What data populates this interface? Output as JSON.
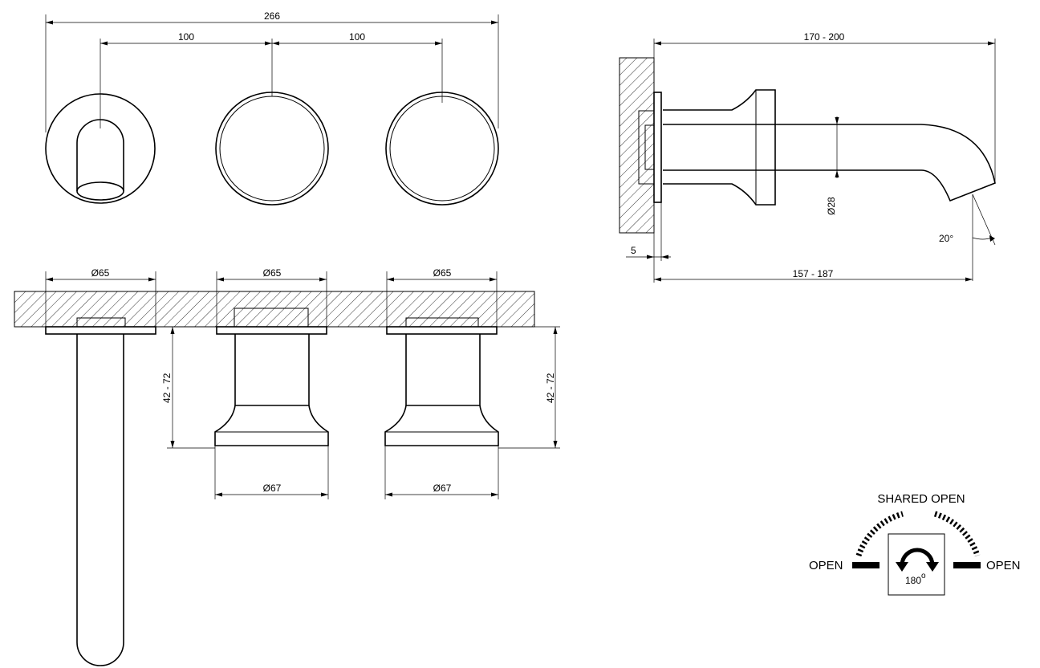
{
  "dimensions": {
    "overall_width": "266",
    "spacing_left": "100",
    "spacing_right": "100",
    "projection": "170 - 200",
    "projection_front": "157 - 187",
    "plate_thickness": "5",
    "spout_diameter": "28",
    "spout_angle": "20°",
    "rosette_left": "65",
    "rosette_mid": "65",
    "rosette_right": "65",
    "handle_mid": "67",
    "handle_right": "67",
    "depth_left": "42 - 72",
    "depth_right": "42 - 72"
  },
  "diameter_symbol": "Ø",
  "operation": {
    "shared_open": "SHARED OPEN",
    "open_left": "OPEN",
    "open_right": "OPEN",
    "rotation": "180",
    "degree": "o"
  }
}
